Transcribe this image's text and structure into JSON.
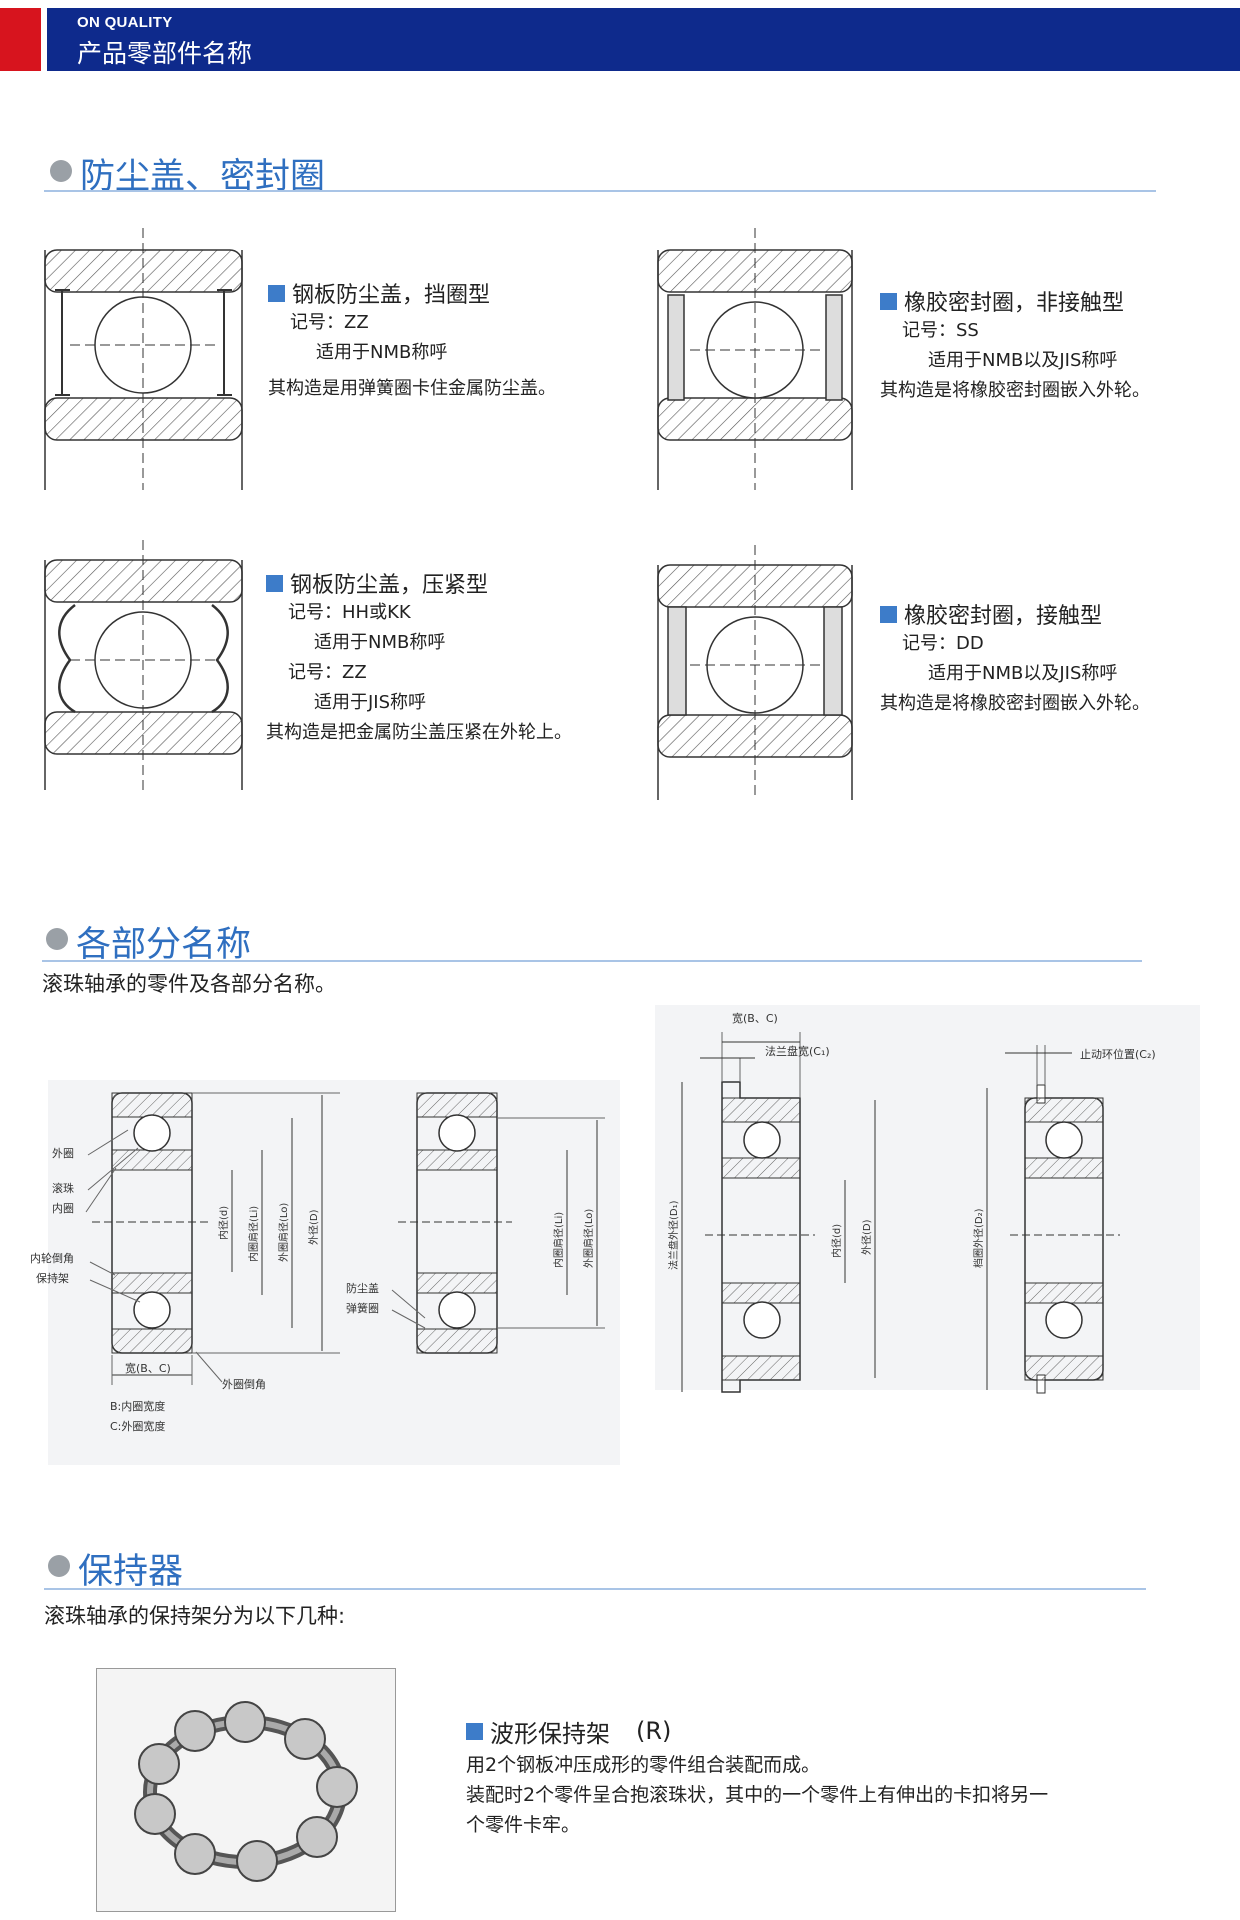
{
  "header": {
    "en": "ON QUALITY",
    "cn": "产品零部件名称"
  },
  "sections": {
    "seals": {
      "title": "防尘盖、密封圈"
    },
    "parts": {
      "title": "各部分名称",
      "desc": "滚珠轴承的零件及各部分名称。"
    },
    "retainer": {
      "title": "保持器",
      "desc": "滚珠轴承的保持架分为以下几种:"
    }
  },
  "seal_types": [
    {
      "title": "钢板防尘盖，挡圈型",
      "lines": [
        "记号：ZZ",
        "适用于NMB称呼"
      ],
      "desc": "其构造是用弹簧圈卡住金属防尘盖。"
    },
    {
      "title": "橡胶密封圈，非接触型",
      "lines": [
        "记号：SS",
        "适用于NMB以及JIS称呼"
      ],
      "desc": "其构造是将橡胶密封圈嵌入外轮。"
    },
    {
      "title": "钢板防尘盖，压紧型",
      "lines": [
        "记号：HH或KK",
        "适用于NMB称呼",
        "记号：ZZ",
        "适用于JIS称呼"
      ],
      "desc": "其构造是把金属防尘盖压紧在外轮上。"
    },
    {
      "title": "橡胶密封圈，接触型",
      "lines": [
        "记号：DD",
        "适用于NMB以及JIS称呼"
      ],
      "desc": "其构造是将橡胶密封圈嵌入外轮。"
    }
  ],
  "diagram_labels": {
    "outer_ring": "外圈",
    "ball": "滚珠",
    "inner_ring": "内圈",
    "inner_chamfer": "内轮倒角",
    "cage": "保持架",
    "width": "宽(B、C)",
    "outer_chamfer": "外圈倒角",
    "b_note": "B:内圈宽度",
    "c_note": "C:外圈宽度",
    "bore": "内径(d)",
    "inner_shoulder": "内圈肩径(Li)",
    "outer_shoulder": "外圈肩径(Lo)",
    "od": "外径(D)",
    "shield": "防尘盖",
    "snap_ring": "弹簧圈",
    "inner_shoulder2": "内圈肩径(Li)",
    "outer_shoulder2": "外圈肩径(Lo)",
    "width2": "宽(B、C)",
    "flange_width": "法兰盘宽(C₁)",
    "flange_od": "法兰盘外径(D₁)",
    "bore2": "内径(d)",
    "od2": "外径(D)",
    "stop_ring_pos": "止动环位置(C₂)",
    "stop_ring_od": "档圈外径(D₂)"
  },
  "retainer_types": [
    {
      "title": "波形保持架",
      "code": "(R)",
      "lines": [
        "用2个钢板冲压成形的零件组合装配而成。",
        "装配时2个零件呈合抱滚珠状，其中的一个零件上有伸出的卡扣将另一",
        "个零件卡牢。"
      ]
    }
  ],
  "colors": {
    "header_blue": "#0e2a8c",
    "header_red": "#d7141e",
    "accent_blue": "#2f6fc0",
    "bullet_blue": "#3d7cc9"
  }
}
